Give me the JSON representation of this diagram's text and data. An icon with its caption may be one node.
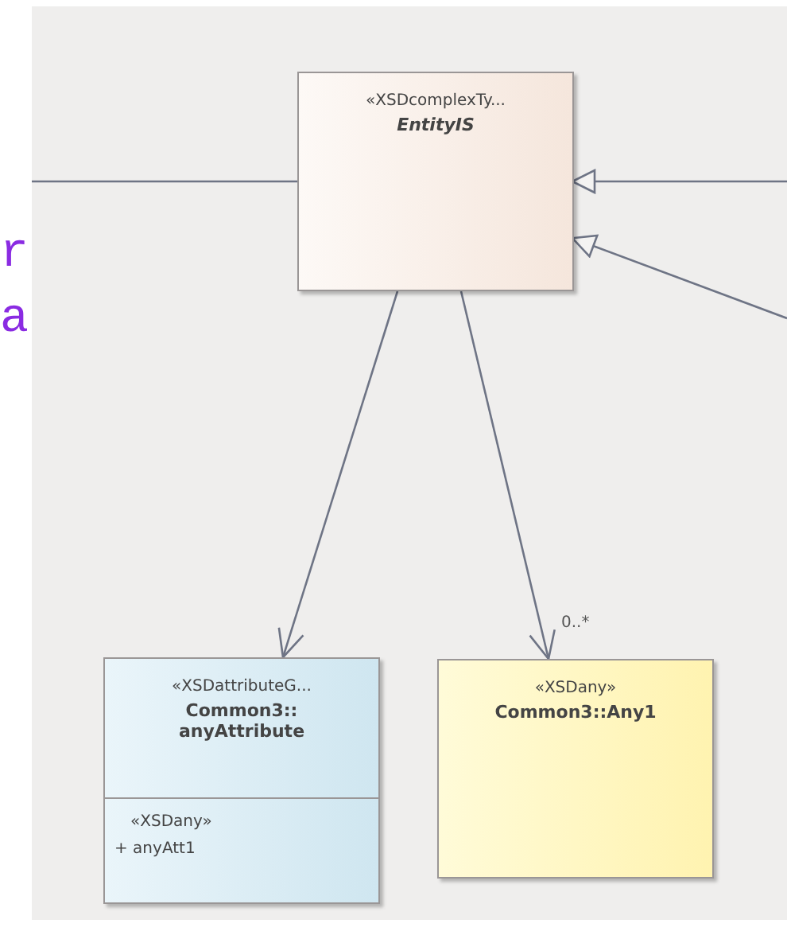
{
  "diagram": {
    "nodes": [
      {
        "text": [
          "«XSDcomplexTy...",
          "EntityIS"
        ]
      },
      {
        "text": [
          "«XSDattributeG...",
          "Common3:: anyAttribute",
          "«XSDany»",
          "+ anyAtt1"
        ]
      },
      {
        "text": [
          "«XSDany»",
          "Common3::Any1"
        ]
      }
    ],
    "edges": [
      {
        "from": null,
        "to": 0,
        "arrow": "none"
      },
      {
        "from": null,
        "to": 0,
        "arrow": "to"
      },
      {
        "from": null,
        "to": 0,
        "arrow": "to"
      },
      {
        "from": 0,
        "to": 1,
        "arrow": "to"
      },
      {
        "from": 0,
        "to": 2,
        "arrow": "to",
        "label": "0..*"
      }
    ],
    "labels": [
      "r",
      "a"
    ]
  }
}
